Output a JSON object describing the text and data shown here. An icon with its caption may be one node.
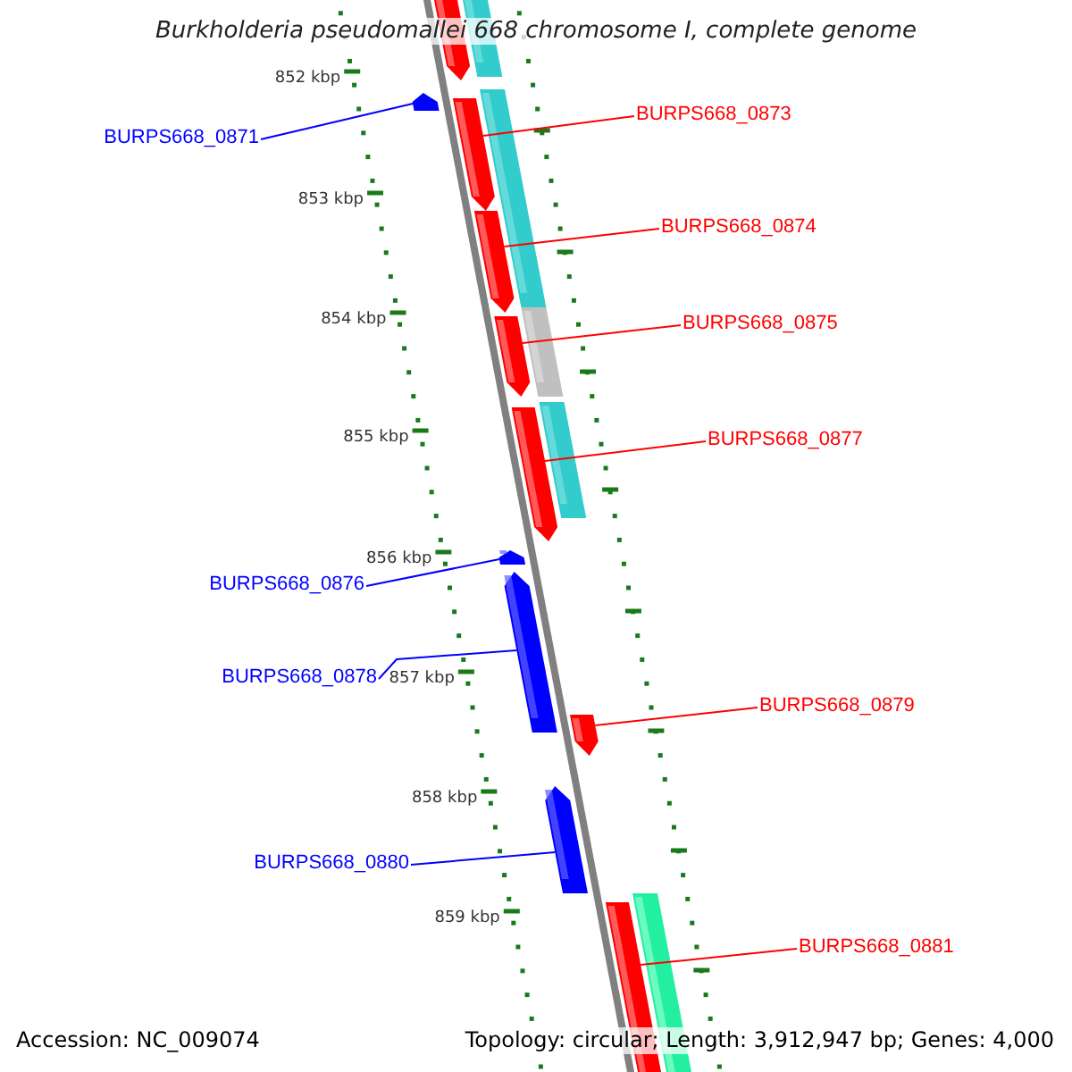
{
  "diagram": {
    "title": "Burkholderia pseudomallei 668 chromosome I, complete genome",
    "nodes": [
      {
        "text": [],
        "shape": "bar"
      },
      {
        "text": [],
        "shape": "bar"
      },
      {
        "text": [],
        "shape": "bar"
      },
      {
        "text": [],
        "shape": "bar"
      },
      {
        "text": [],
        "shape": "bar"
      },
      {
        "text": [],
        "shape": "bar"
      },
      {
        "text": [],
        "shape": "bar"
      },
      {
        "text": [],
        "shape": "bar"
      },
      {
        "text": [],
        "shape": "bar"
      },
      {
        "text": [],
        "shape": "bar"
      },
      {
        "text": [],
        "shape": "bar"
      },
      {
        "text": [],
        "shape": "bar"
      },
      {
        "text": [],
        "shape": "bar"
      },
      {
        "text": [],
        "shape": "bar"
      },
      {
        "text": [],
        "shape": "bar"
      },
      {
        "text": [],
        "shape": "bar"
      },
      {
        "text": [
          "BURPS668_0873"
        ]
      },
      {
        "text": [
          "BURPS668_0871"
        ]
      },
      {
        "text": [
          "BURPS668_0874"
        ]
      },
      {
        "text": [
          "BURPS668_0875"
        ]
      },
      {
        "text": [
          "BURPS668_0877"
        ]
      },
      {
        "text": [
          "BURPS668_0876"
        ]
      },
      {
        "text": [
          "BURPS668_0878"
        ]
      },
      {
        "text": [
          "BURPS668_0879"
        ]
      },
      {
        "text": [
          "BURPS668_0880"
        ]
      },
      {
        "text": [
          "BURPS668_0881"
        ]
      }
    ],
    "edges": [
      {
        "from": 16,
        "to": 3,
        "arrow": "none"
      },
      {
        "from": 17,
        "to": 2,
        "arrow": "none",
        "color": "#0000ff"
      },
      {
        "from": 18,
        "to": 5,
        "arrow": "none"
      },
      {
        "from": 19,
        "to": 6,
        "arrow": "none"
      },
      {
        "from": 20,
        "to": 8,
        "arrow": "none"
      },
      {
        "from": 21,
        "to": 10,
        "arrow": "none",
        "color": "#0000ff"
      },
      {
        "from": 22,
        "to": 11,
        "arrow": "none",
        "color": "#0000ff"
      },
      {
        "from": 23,
        "to": 12,
        "arrow": "none"
      },
      {
        "from": 24,
        "to": 13,
        "arrow": "none",
        "color": "#0000ff"
      },
      {
        "from": 25,
        "to": 14,
        "arrow": "none"
      }
    ],
    "labels": [
      "852 kbp",
      "853 kbp",
      "854 kbp",
      "855 kbp",
      "856 kbp",
      "857 kbp",
      "858 kbp",
      "859 kbp",
      "Accession: NC_009074",
      "Topology: circular; Length: 3,912,947 bp; Genes: 4,000"
    ]
  }
}
